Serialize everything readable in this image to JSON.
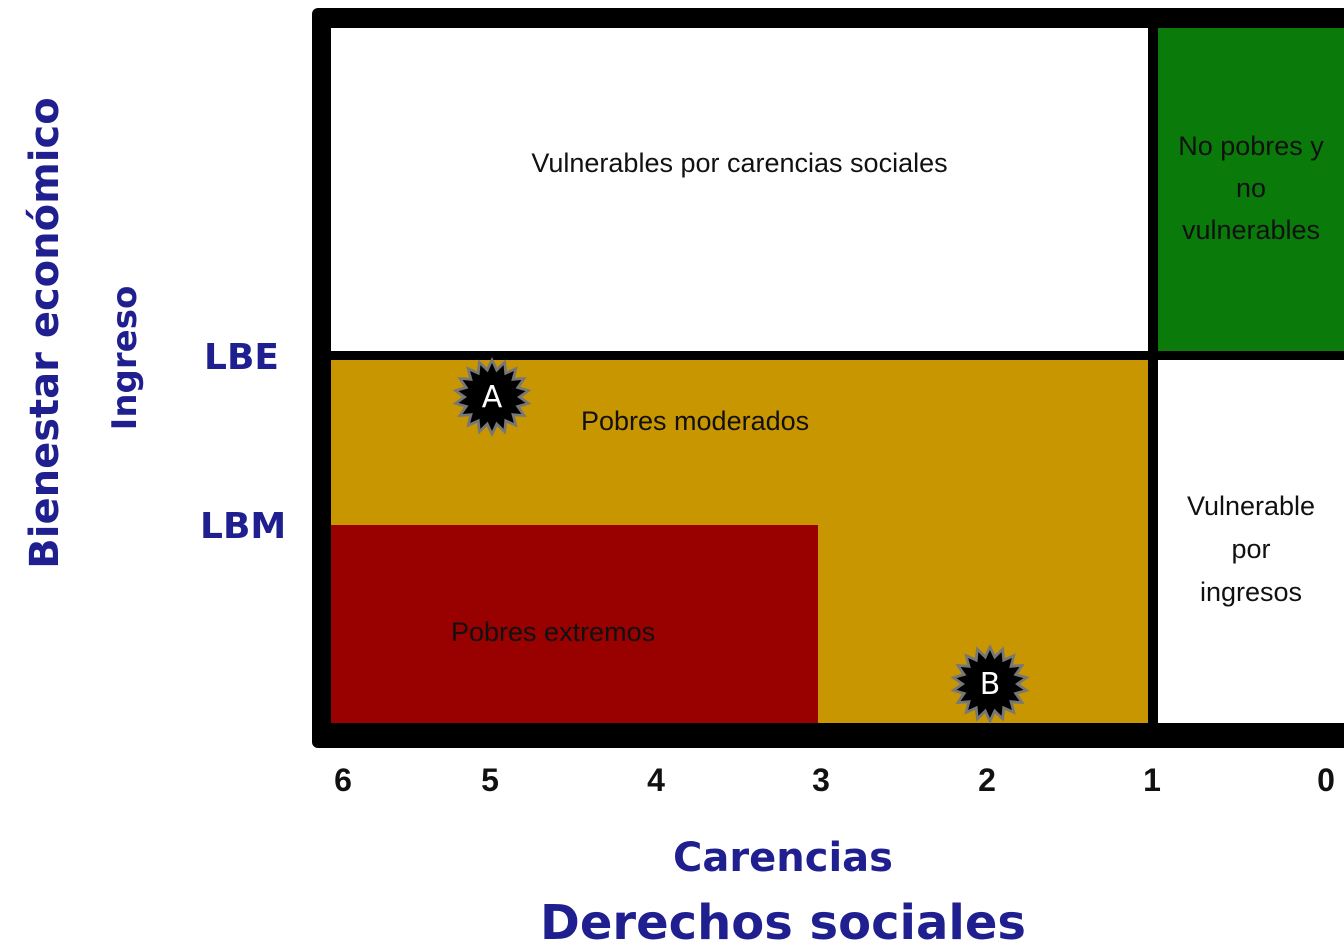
{
  "y_axis": {
    "label_primary": "Bienestar económico",
    "label_secondary": "Ingreso"
  },
  "thresholds": {
    "upper": "LBE",
    "lower": "LBM"
  },
  "regions": {
    "vulnerable_social": {
      "label": "Vulnerables por carencias sociales",
      "color": "#ffffff"
    },
    "not_poor": {
      "label_lines": [
        "No pobres y",
        "no",
        "vulnerables"
      ],
      "color": "#0a7a0a"
    },
    "moderate_poor": {
      "label": "Pobres moderados",
      "color": "#c89600"
    },
    "extreme_poor": {
      "label": "Pobres extremos",
      "color": "#990000"
    },
    "vulnerable_income": {
      "label_lines": [
        "Vulnerable",
        "por",
        "ingresos"
      ],
      "color": "#ffffff"
    }
  },
  "markers": [
    {
      "label": "A",
      "icon": "starburst-icon"
    },
    {
      "label": "B",
      "icon": "starburst-icon"
    }
  ],
  "x_axis": {
    "ticks": [
      "6",
      "5",
      "4",
      "3",
      "2",
      "1",
      "0"
    ],
    "label_primary": "Carencias",
    "label_secondary": "Derechos sociales"
  }
}
